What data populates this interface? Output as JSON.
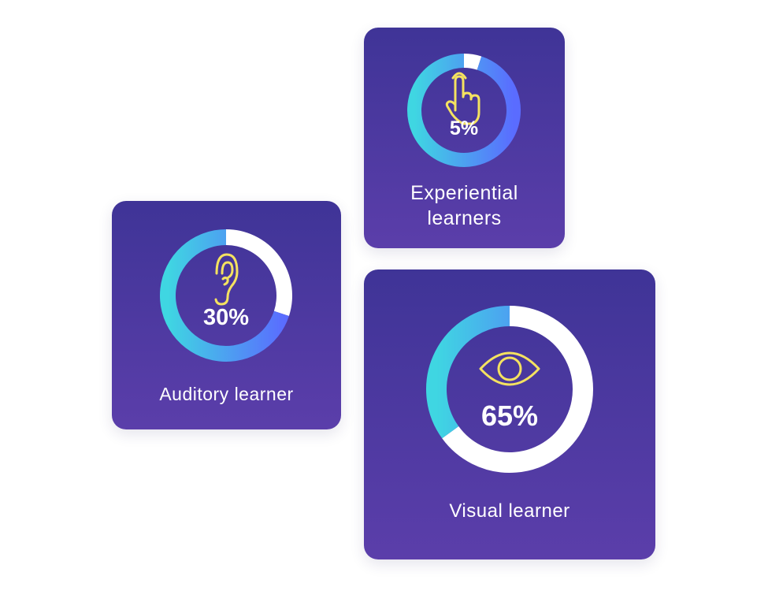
{
  "chart_data": [
    {
      "type": "pie",
      "id": "experiential",
      "label": "Experiential\nlearners",
      "value": 5,
      "value_text": "5%",
      "icon": "pointing-hand-icon"
    },
    {
      "type": "pie",
      "id": "auditory",
      "label": "Auditory learner",
      "value": 30,
      "value_text": "30%",
      "icon": "ear-icon"
    },
    {
      "type": "pie",
      "id": "visual",
      "label": "Visual learner",
      "value": 65,
      "value_text": "65%",
      "icon": "eye-icon"
    }
  ],
  "colors": {
    "card_top": "#3f3497",
    "card_bottom": "#5b3eaa",
    "ring_start": "#3fd6e2",
    "ring_end": "#5a6cff",
    "ring_remainder": "#ffffff",
    "icon": "#f4e260",
    "text": "#ffffff"
  }
}
